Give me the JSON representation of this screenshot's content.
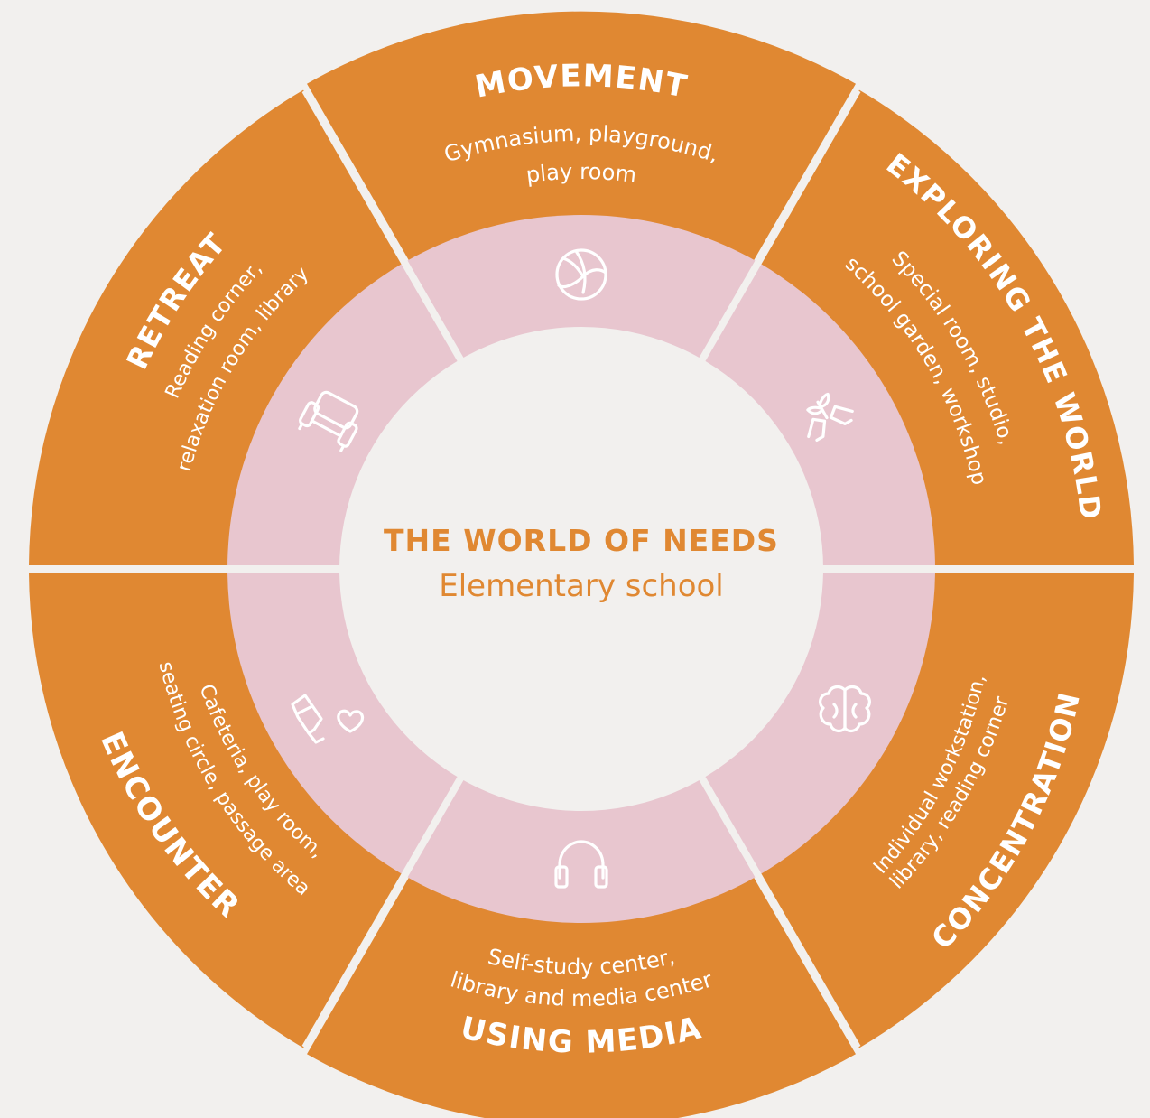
{
  "colors": {
    "background": "#f2f0ee",
    "segment": "#e08832",
    "inner_ring": "#e8c6cf",
    "center": "#f2f0ee",
    "center_text": "#e08832",
    "divider": "#f2f0ee"
  },
  "center": {
    "title": "THE WORLD OF NEEDS",
    "subtitle": "Elementary school"
  },
  "segments": [
    {
      "id": "movement",
      "title": "MOVEMENT",
      "desc": [
        "Gymnasium, playground,",
        "play room"
      ],
      "icon": "volleyball-icon"
    },
    {
      "id": "exploring",
      "title": "EXPLORING THE WORLD",
      "desc": [
        "Special room, studio,",
        "school garden, workshop"
      ],
      "icon": "hands-seedling-icon"
    },
    {
      "id": "concentration",
      "title": "CONCENTRATION",
      "desc": [
        "Individual workstation,",
        "library, reading corner"
      ],
      "icon": "brain-icon"
    },
    {
      "id": "media",
      "title": "USING MEDIA",
      "desc": [
        "Self-study center,",
        "library and media center"
      ],
      "icon": "headphones-icon"
    },
    {
      "id": "encounter",
      "title": "ENCOUNTER",
      "desc": [
        "Cafeteria, play room,",
        "seating circle, passage area"
      ],
      "icon": "handshake-heart-icon"
    },
    {
      "id": "retreat",
      "title": "RETREAT",
      "desc": [
        "Reading corner,",
        "relaxation room, library"
      ],
      "icon": "armchair-icon"
    }
  ]
}
